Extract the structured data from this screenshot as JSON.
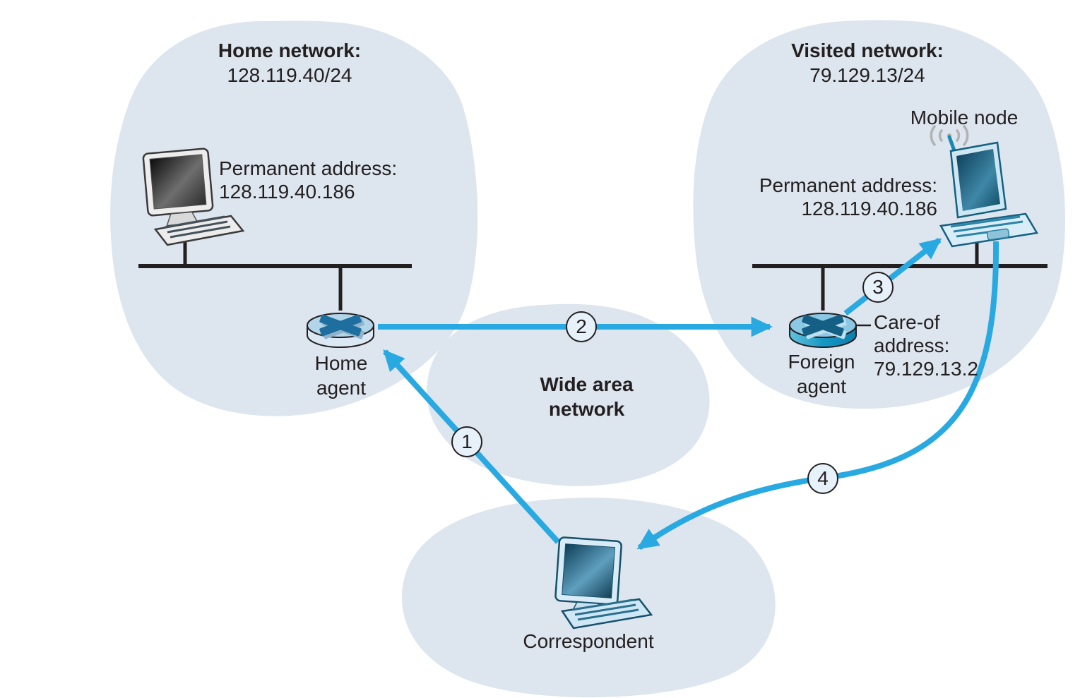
{
  "diagram": {
    "home_network": {
      "title": "Home network:",
      "subnet": "128.119.40/24"
    },
    "visited_network": {
      "title": "Visited network:",
      "subnet": "79.129.13/24"
    },
    "wan": {
      "line1": "Wide area",
      "line2": "network"
    },
    "home_host": {
      "address_label": "Permanent address:",
      "address": "128.119.40.186"
    },
    "mobile_node": {
      "name": "Mobile node",
      "address_label": "Permanent address:",
      "address": "128.119.40.186"
    },
    "home_agent": {
      "line1": "Home",
      "line2": "agent"
    },
    "foreign_agent": {
      "line1": "Foreign",
      "line2": "agent"
    },
    "care_of": {
      "line1": "Care-of",
      "line2": "address:",
      "line3": "79.129.13.2"
    },
    "correspondent": {
      "name": "Correspondent"
    },
    "steps": [
      "1",
      "2",
      "3",
      "4"
    ],
    "colors": {
      "cloud": "#dde5ee",
      "arrow": "#29a9e1",
      "line": "#231f20",
      "badge_fill": "#e7f1fa",
      "text": "#231f20"
    }
  }
}
